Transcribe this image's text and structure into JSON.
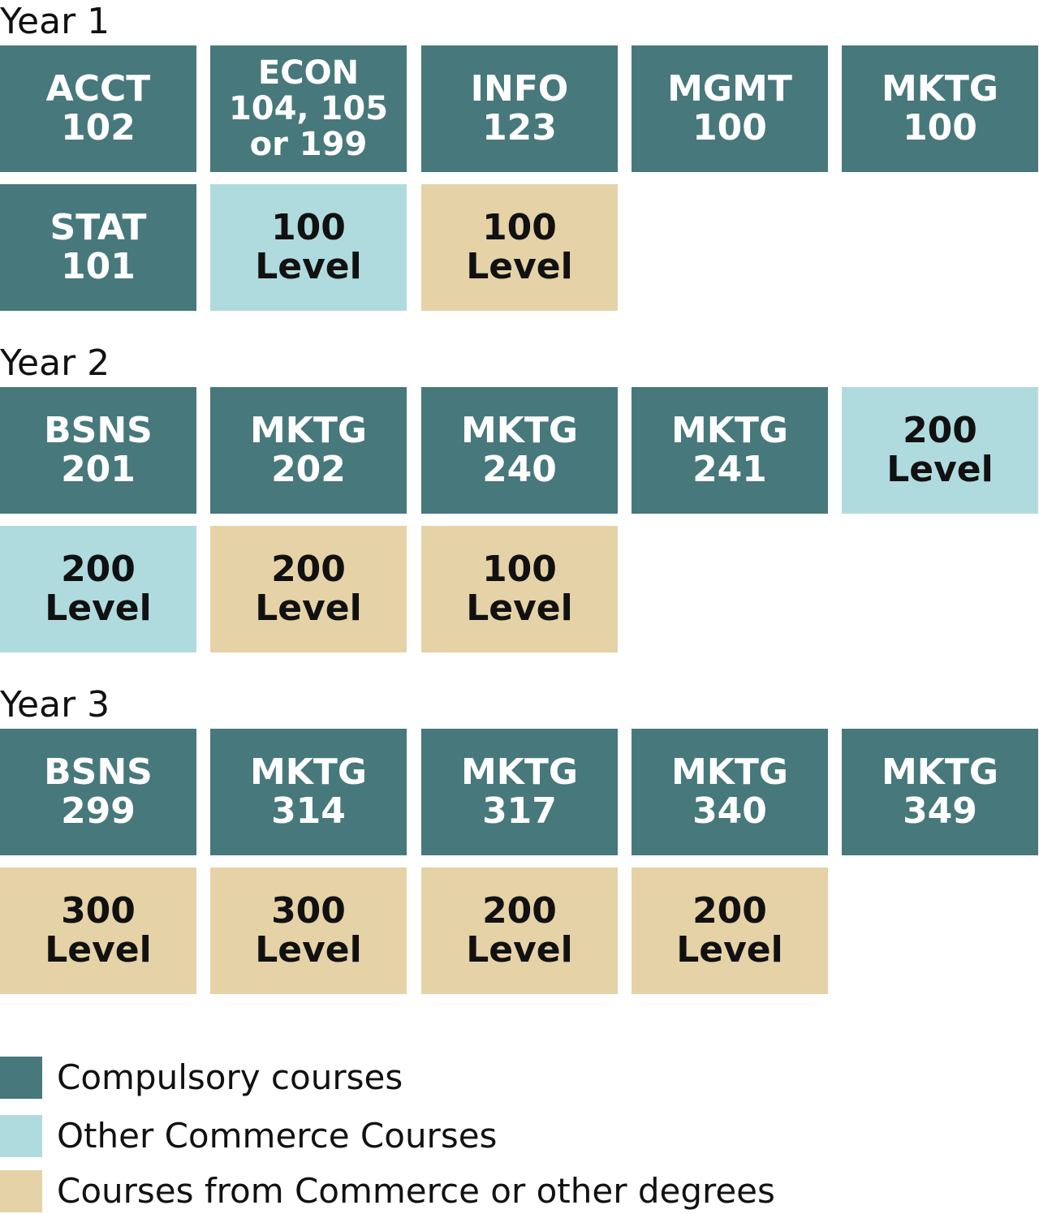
{
  "colors": {
    "compulsory": "#47787b",
    "other_commerce": "#b0dbde",
    "any_degree": "#e5d2a7",
    "compulsory_text": "#ffffff",
    "light_text": "#111111"
  },
  "years": [
    {
      "heading": "Year 1",
      "rows": [
        [
          {
            "kind": "compulsory",
            "lines": [
              "ACCT",
              "102"
            ]
          },
          {
            "kind": "compulsory",
            "lines": [
              "ECON",
              "104, 105",
              "or 199"
            ]
          },
          {
            "kind": "compulsory",
            "lines": [
              "INFO",
              "123"
            ]
          },
          {
            "kind": "compulsory",
            "lines": [
              "MGMT",
              "100"
            ]
          },
          {
            "kind": "compulsory",
            "lines": [
              "MKTG",
              "100"
            ]
          }
        ],
        [
          {
            "kind": "compulsory",
            "lines": [
              "STAT",
              "101"
            ]
          },
          {
            "kind": "other_commerce",
            "lines": [
              "100",
              "Level"
            ]
          },
          {
            "kind": "any_degree",
            "lines": [
              "100",
              "Level"
            ]
          }
        ]
      ]
    },
    {
      "heading": "Year 2",
      "rows": [
        [
          {
            "kind": "compulsory",
            "lines": [
              "BSNS",
              "201"
            ]
          },
          {
            "kind": "compulsory",
            "lines": [
              "MKTG",
              "202"
            ]
          },
          {
            "kind": "compulsory",
            "lines": [
              "MKTG",
              "240"
            ]
          },
          {
            "kind": "compulsory",
            "lines": [
              "MKTG",
              "241"
            ]
          },
          {
            "kind": "other_commerce",
            "lines": [
              "200",
              "Level"
            ]
          }
        ],
        [
          {
            "kind": "other_commerce",
            "lines": [
              "200",
              "Level"
            ]
          },
          {
            "kind": "any_degree",
            "lines": [
              "200",
              "Level"
            ]
          },
          {
            "kind": "any_degree",
            "lines": [
              "100",
              "Level"
            ]
          }
        ]
      ]
    },
    {
      "heading": "Year 3",
      "rows": [
        [
          {
            "kind": "compulsory",
            "lines": [
              "BSNS",
              "299"
            ]
          },
          {
            "kind": "compulsory",
            "lines": [
              "MKTG",
              "314"
            ]
          },
          {
            "kind": "compulsory",
            "lines": [
              "MKTG",
              "317"
            ]
          },
          {
            "kind": "compulsory",
            "lines": [
              "MKTG",
              "340"
            ]
          },
          {
            "kind": "compulsory",
            "lines": [
              "MKTG",
              "349"
            ]
          }
        ],
        [
          {
            "kind": "any_degree",
            "lines": [
              "300",
              "Level"
            ]
          },
          {
            "kind": "any_degree",
            "lines": [
              "300",
              "Level"
            ]
          },
          {
            "kind": "any_degree",
            "lines": [
              "200",
              "Level"
            ]
          },
          {
            "kind": "any_degree",
            "lines": [
              "200",
              "Level"
            ]
          }
        ]
      ]
    }
  ],
  "legend": [
    {
      "kind": "compulsory",
      "label": "Compulsory courses"
    },
    {
      "kind": "other_commerce",
      "label": "Other Commerce Courses"
    },
    {
      "kind": "any_degree",
      "label": "Courses from Commerce or other degrees"
    }
  ]
}
